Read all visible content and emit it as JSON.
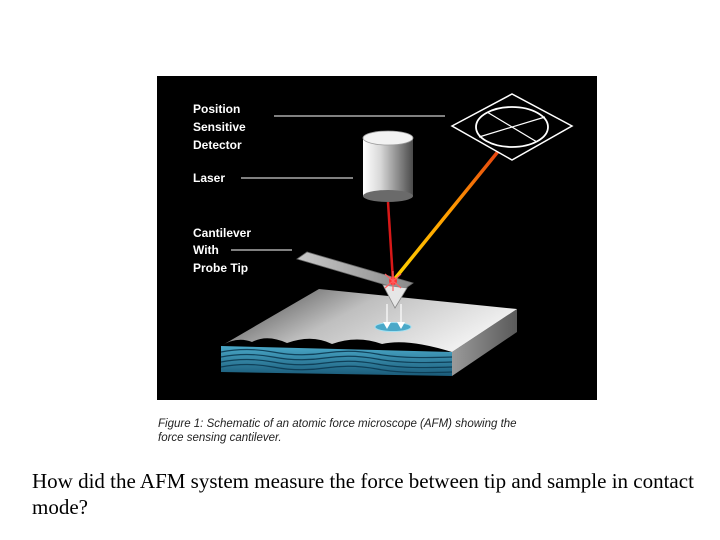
{
  "figure": {
    "labels": {
      "detector": [
        "Position",
        "Sensitive",
        "Detector"
      ],
      "laser": [
        "Laser"
      ],
      "cantilever": [
        "Cantilever",
        "With",
        "Probe Tip"
      ]
    },
    "caption": [
      "Figure 1:  Schematic of an atomic force microscope (AFM) showing the",
      "force sensing cantilever."
    ],
    "colors": {
      "panel": "#000000",
      "beam_start": "#d81818",
      "beam_end": "#ffd400",
      "sample_water": "#4aa8c8"
    }
  },
  "question": "How did the AFM system measure the force between tip and sample in contact mode?"
}
